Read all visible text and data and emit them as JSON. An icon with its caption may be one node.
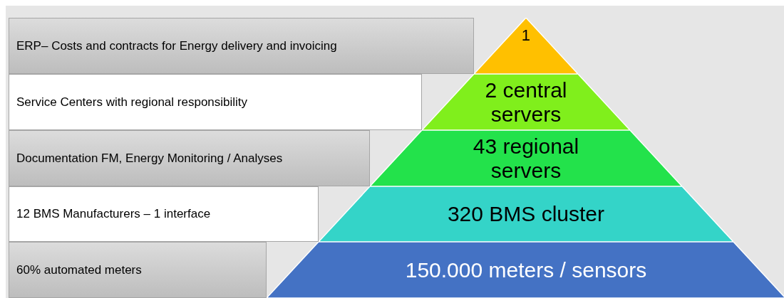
{
  "diagram": {
    "nodes": [
      {
        "text": [
          "ERP– Costs and contracts for Energy delivery and invoicing"
        ]
      },
      {
        "text": [
          "1"
        ]
      },
      {
        "text": [
          "Service Centers with regional responsibility"
        ]
      },
      {
        "text": [
          "2 central servers"
        ]
      },
      {
        "text": [
          "Documentation FM, Energy Monitoring / Analyses"
        ]
      },
      {
        "text": [
          "43 regional servers"
        ]
      },
      {
        "text": [
          "12 BMS Manufacturers – 1 interface"
        ]
      },
      {
        "text": [
          "320 BMS cluster"
        ]
      },
      {
        "text": [
          "60% automated meters"
        ]
      },
      {
        "text": [
          "150.000 meters / sensors"
        ]
      }
    ],
    "edges": []
  }
}
